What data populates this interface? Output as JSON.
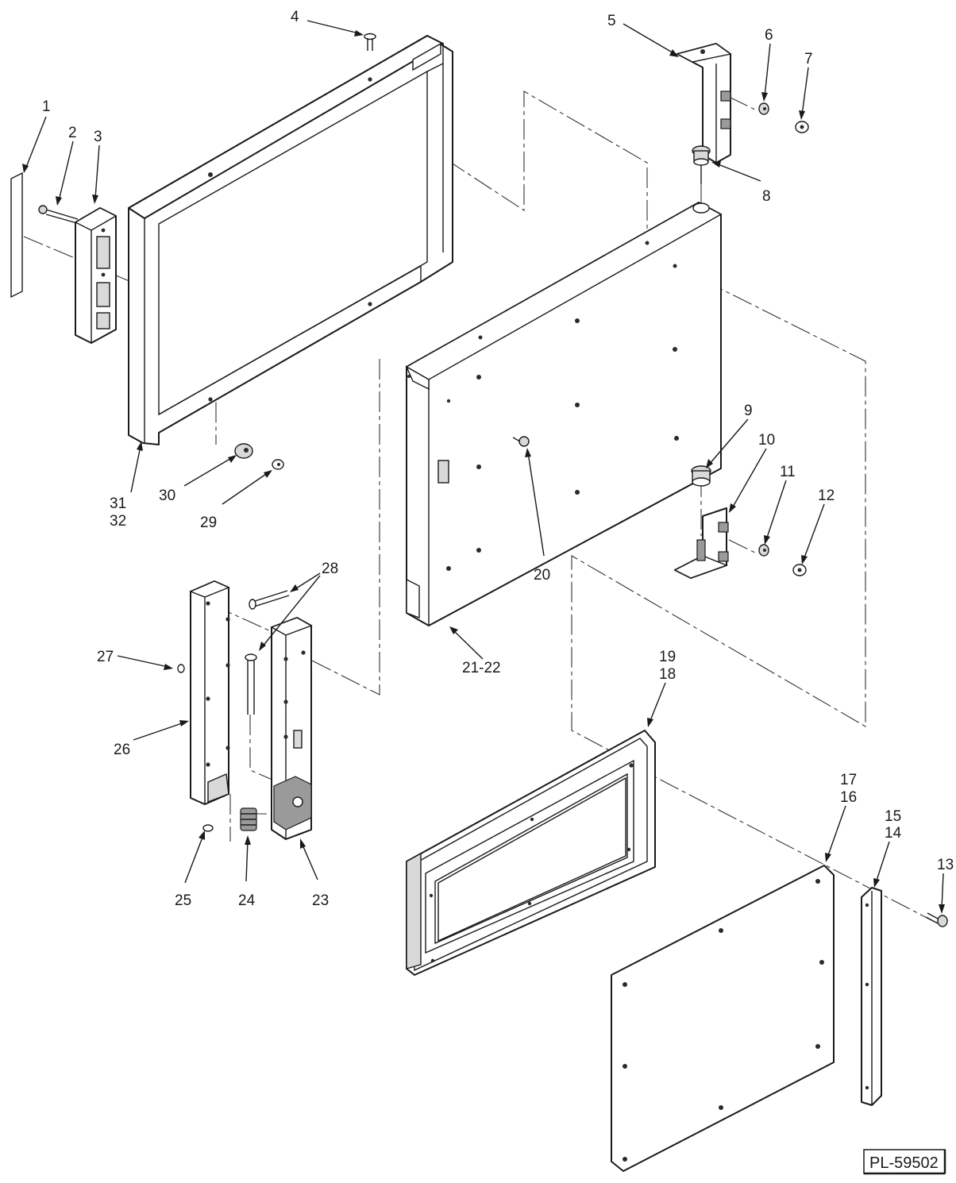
{
  "callouts": [
    {
      "id": "c1",
      "label": "1"
    },
    {
      "id": "c2",
      "label": "2"
    },
    {
      "id": "c3",
      "label": "3"
    },
    {
      "id": "c4",
      "label": "4"
    },
    {
      "id": "c5",
      "label": "5"
    },
    {
      "id": "c6",
      "label": "6"
    },
    {
      "id": "c7",
      "label": "7"
    },
    {
      "id": "c8",
      "label": "8"
    },
    {
      "id": "c9",
      "label": "9"
    },
    {
      "id": "c10",
      "label": "10"
    },
    {
      "id": "c11",
      "label": "11"
    },
    {
      "id": "c12",
      "label": "12"
    },
    {
      "id": "c13",
      "label": "13"
    },
    {
      "id": "c14",
      "label": "14"
    },
    {
      "id": "c15",
      "label": "15"
    },
    {
      "id": "c16",
      "label": "16"
    },
    {
      "id": "c17",
      "label": "17"
    },
    {
      "id": "c18",
      "label": "18"
    },
    {
      "id": "c19",
      "label": "19"
    },
    {
      "id": "c20",
      "label": "20"
    },
    {
      "id": "c21",
      "label": "21-22"
    },
    {
      "id": "c23",
      "label": "23"
    },
    {
      "id": "c24",
      "label": "24"
    },
    {
      "id": "c25",
      "label": "25"
    },
    {
      "id": "c26",
      "label": "26"
    },
    {
      "id": "c27",
      "label": "27"
    },
    {
      "id": "c28",
      "label": "28"
    },
    {
      "id": "c29",
      "label": "29"
    },
    {
      "id": "c30",
      "label": "30"
    },
    {
      "id": "c31",
      "label": "31"
    },
    {
      "id": "c32",
      "label": "32"
    }
  ],
  "drawing_number": "PL-59502"
}
